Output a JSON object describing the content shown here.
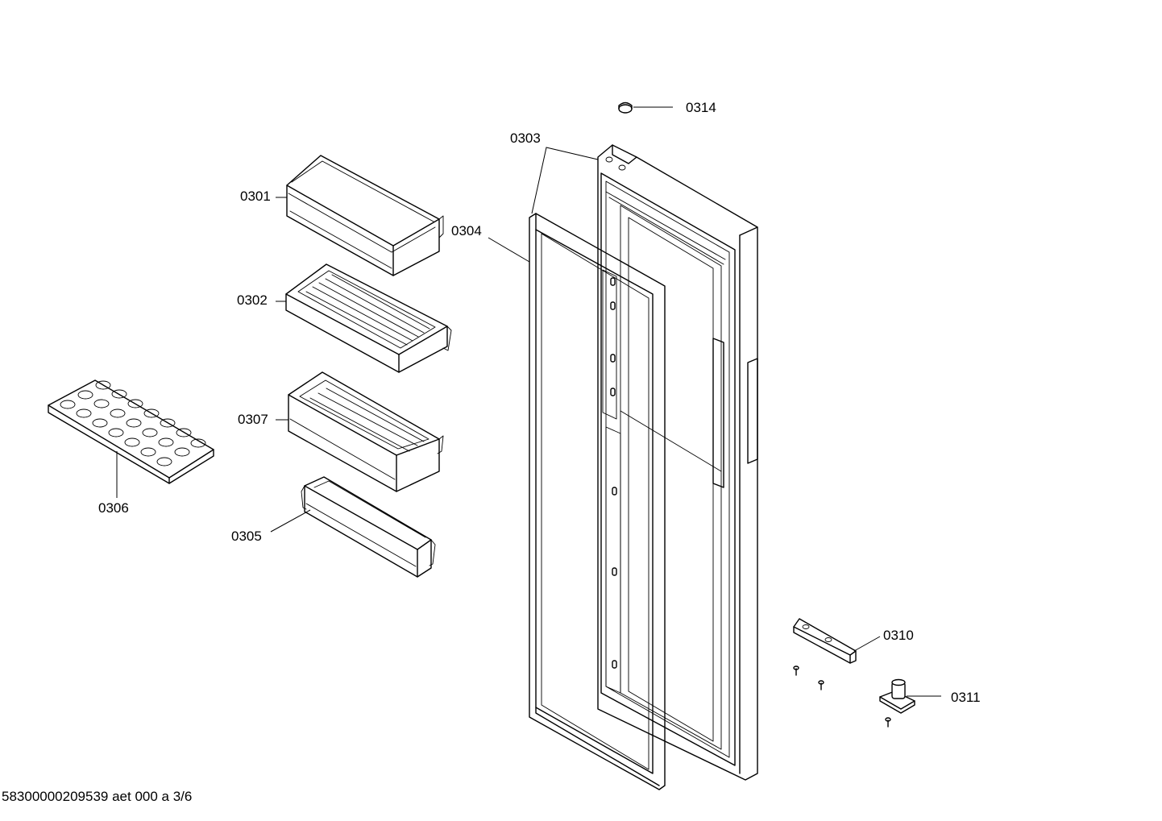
{
  "labels": {
    "p0314": "0314",
    "p0303": "0303",
    "p0301": "0301",
    "p0304": "0304",
    "p0302": "0302",
    "p0307": "0307",
    "p0306": "0306",
    "p0305": "0305",
    "p0310": "0310",
    "p0311": "0311"
  },
  "footer": {
    "document_id": "58300000209539 aet 000 a 3/6"
  }
}
